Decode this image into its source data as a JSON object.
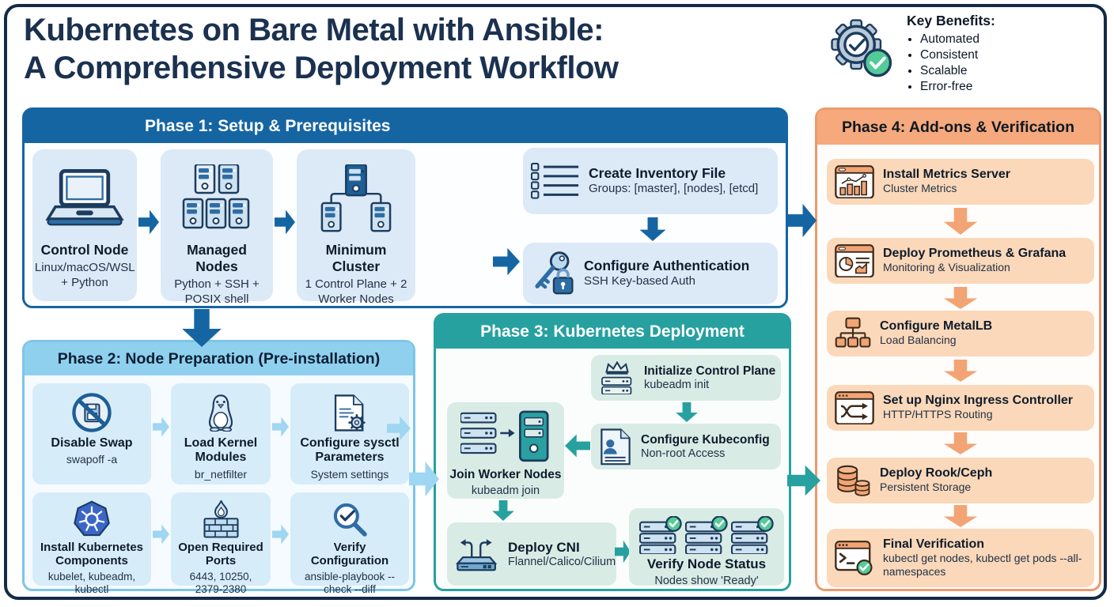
{
  "header": {
    "title_line1": "Kubernetes on Bare Metal with Ansible:",
    "title_line2": "A Comprehensive Deployment Workflow",
    "benefits": {
      "title": "Key Benefits:",
      "icon": "gear-check-icon",
      "items": [
        "Automated",
        "Consistent",
        "Scalable",
        "Error-free"
      ]
    }
  },
  "phases": {
    "p1": {
      "title": "Phase 1: Setup & Prerequisites",
      "accent_color": "#1565a3",
      "cards": [
        {
          "icon": "laptop-icon",
          "title": "Control Node",
          "subtitle": "Linux/macOS/WSL + Python"
        },
        {
          "icon": "server-group-icon",
          "title": "Managed Nodes",
          "subtitle": "Python + SSH + POSIX shell"
        },
        {
          "icon": "cluster-icon",
          "title": "Minimum Cluster",
          "subtitle": "1 Control Plane + 2 Worker Nodes"
        },
        {
          "icon": "inventory-list-icon",
          "title": "Create Inventory File",
          "subtitle": "Groups: [master], [nodes], [etcd]"
        },
        {
          "icon": "key-lock-icon",
          "title": "Configure Authentication",
          "subtitle": "SSH Key-based Auth"
        }
      ]
    },
    "p2": {
      "title": "Phase 2: Node Preparation (Pre-installation)",
      "accent_color": "#8fd0ef",
      "cards": [
        {
          "icon": "no-swap-icon",
          "title": "Disable Swap",
          "subtitle": "swapoff -a"
        },
        {
          "icon": "tux-penguin-icon",
          "title": "Load Kernel Modules",
          "subtitle": "br_netfilter"
        },
        {
          "icon": "doc-gear-icon",
          "title": "Configure sysctl Parameters",
          "subtitle": "System settings"
        },
        {
          "icon": "kubernetes-helm-icon",
          "title": "Install Kubernetes Components",
          "subtitle": "kubelet, kubeadm, kubectl"
        },
        {
          "icon": "firewall-flame-icon",
          "title": "Open Required Ports",
          "subtitle": "6443, 10250, 2379-2380"
        },
        {
          "icon": "magnifier-check-icon",
          "title": "Verify Configuration",
          "subtitle": "ansible-playbook --check --diff"
        }
      ]
    },
    "p3": {
      "title": "Phase 3: Kubernetes Deployment",
      "accent_color": "#27a0a0",
      "cards": [
        {
          "icon": "crown-server-icon",
          "title": "Initialize Control Plane",
          "subtitle": "kubeadm init"
        },
        {
          "icon": "kubeconfig-doc-user-icon",
          "title": "Configure Kubeconfig",
          "subtitle": "Non-root Access"
        },
        {
          "icon": "join-nodes-icon",
          "title": "Join Worker Nodes",
          "subtitle": "kubeadm join"
        },
        {
          "icon": "cni-switch-icon",
          "title": "Deploy CNI",
          "subtitle": "Flannel/Calico/Cilium"
        },
        {
          "icon": "nodes-ready-icon",
          "title": "Verify Node Status",
          "subtitle": "Nodes show 'Ready'"
        }
      ]
    },
    "p4": {
      "title": "Phase 4: Add-ons & Verification",
      "accent_color": "#f5a97d",
      "cards": [
        {
          "icon": "metrics-chart-icon",
          "title": "Install Metrics Server",
          "subtitle": "Cluster Metrics"
        },
        {
          "icon": "monitoring-dashboard-icon",
          "title": "Deploy Prometheus & Grafana",
          "subtitle": "Monitoring & Visualization"
        },
        {
          "icon": "loadbalancer-tree-icon",
          "title": "Configure MetalLB",
          "subtitle": "Load Balancing"
        },
        {
          "icon": "ingress-routing-icon",
          "title": "Set up Nginx Ingress Controller",
          "subtitle": "HTTP/HTTPS Routing"
        },
        {
          "icon": "storage-db-icon",
          "title": "Deploy Rook/Ceph",
          "subtitle": "Persistent Storage"
        },
        {
          "icon": "terminal-check-icon",
          "title": "Final Verification",
          "subtitle": "kubectl get nodes, kubectl get pods --all-namespaces"
        }
      ]
    }
  },
  "colors": {
    "navy": "#16304c",
    "phase1_blue": "#1565a3",
    "phase2_sky": "#8fd0ef",
    "phase3_teal": "#27a0a0",
    "phase4_orange": "#f5a97d",
    "green_check": "#55cb97"
  }
}
